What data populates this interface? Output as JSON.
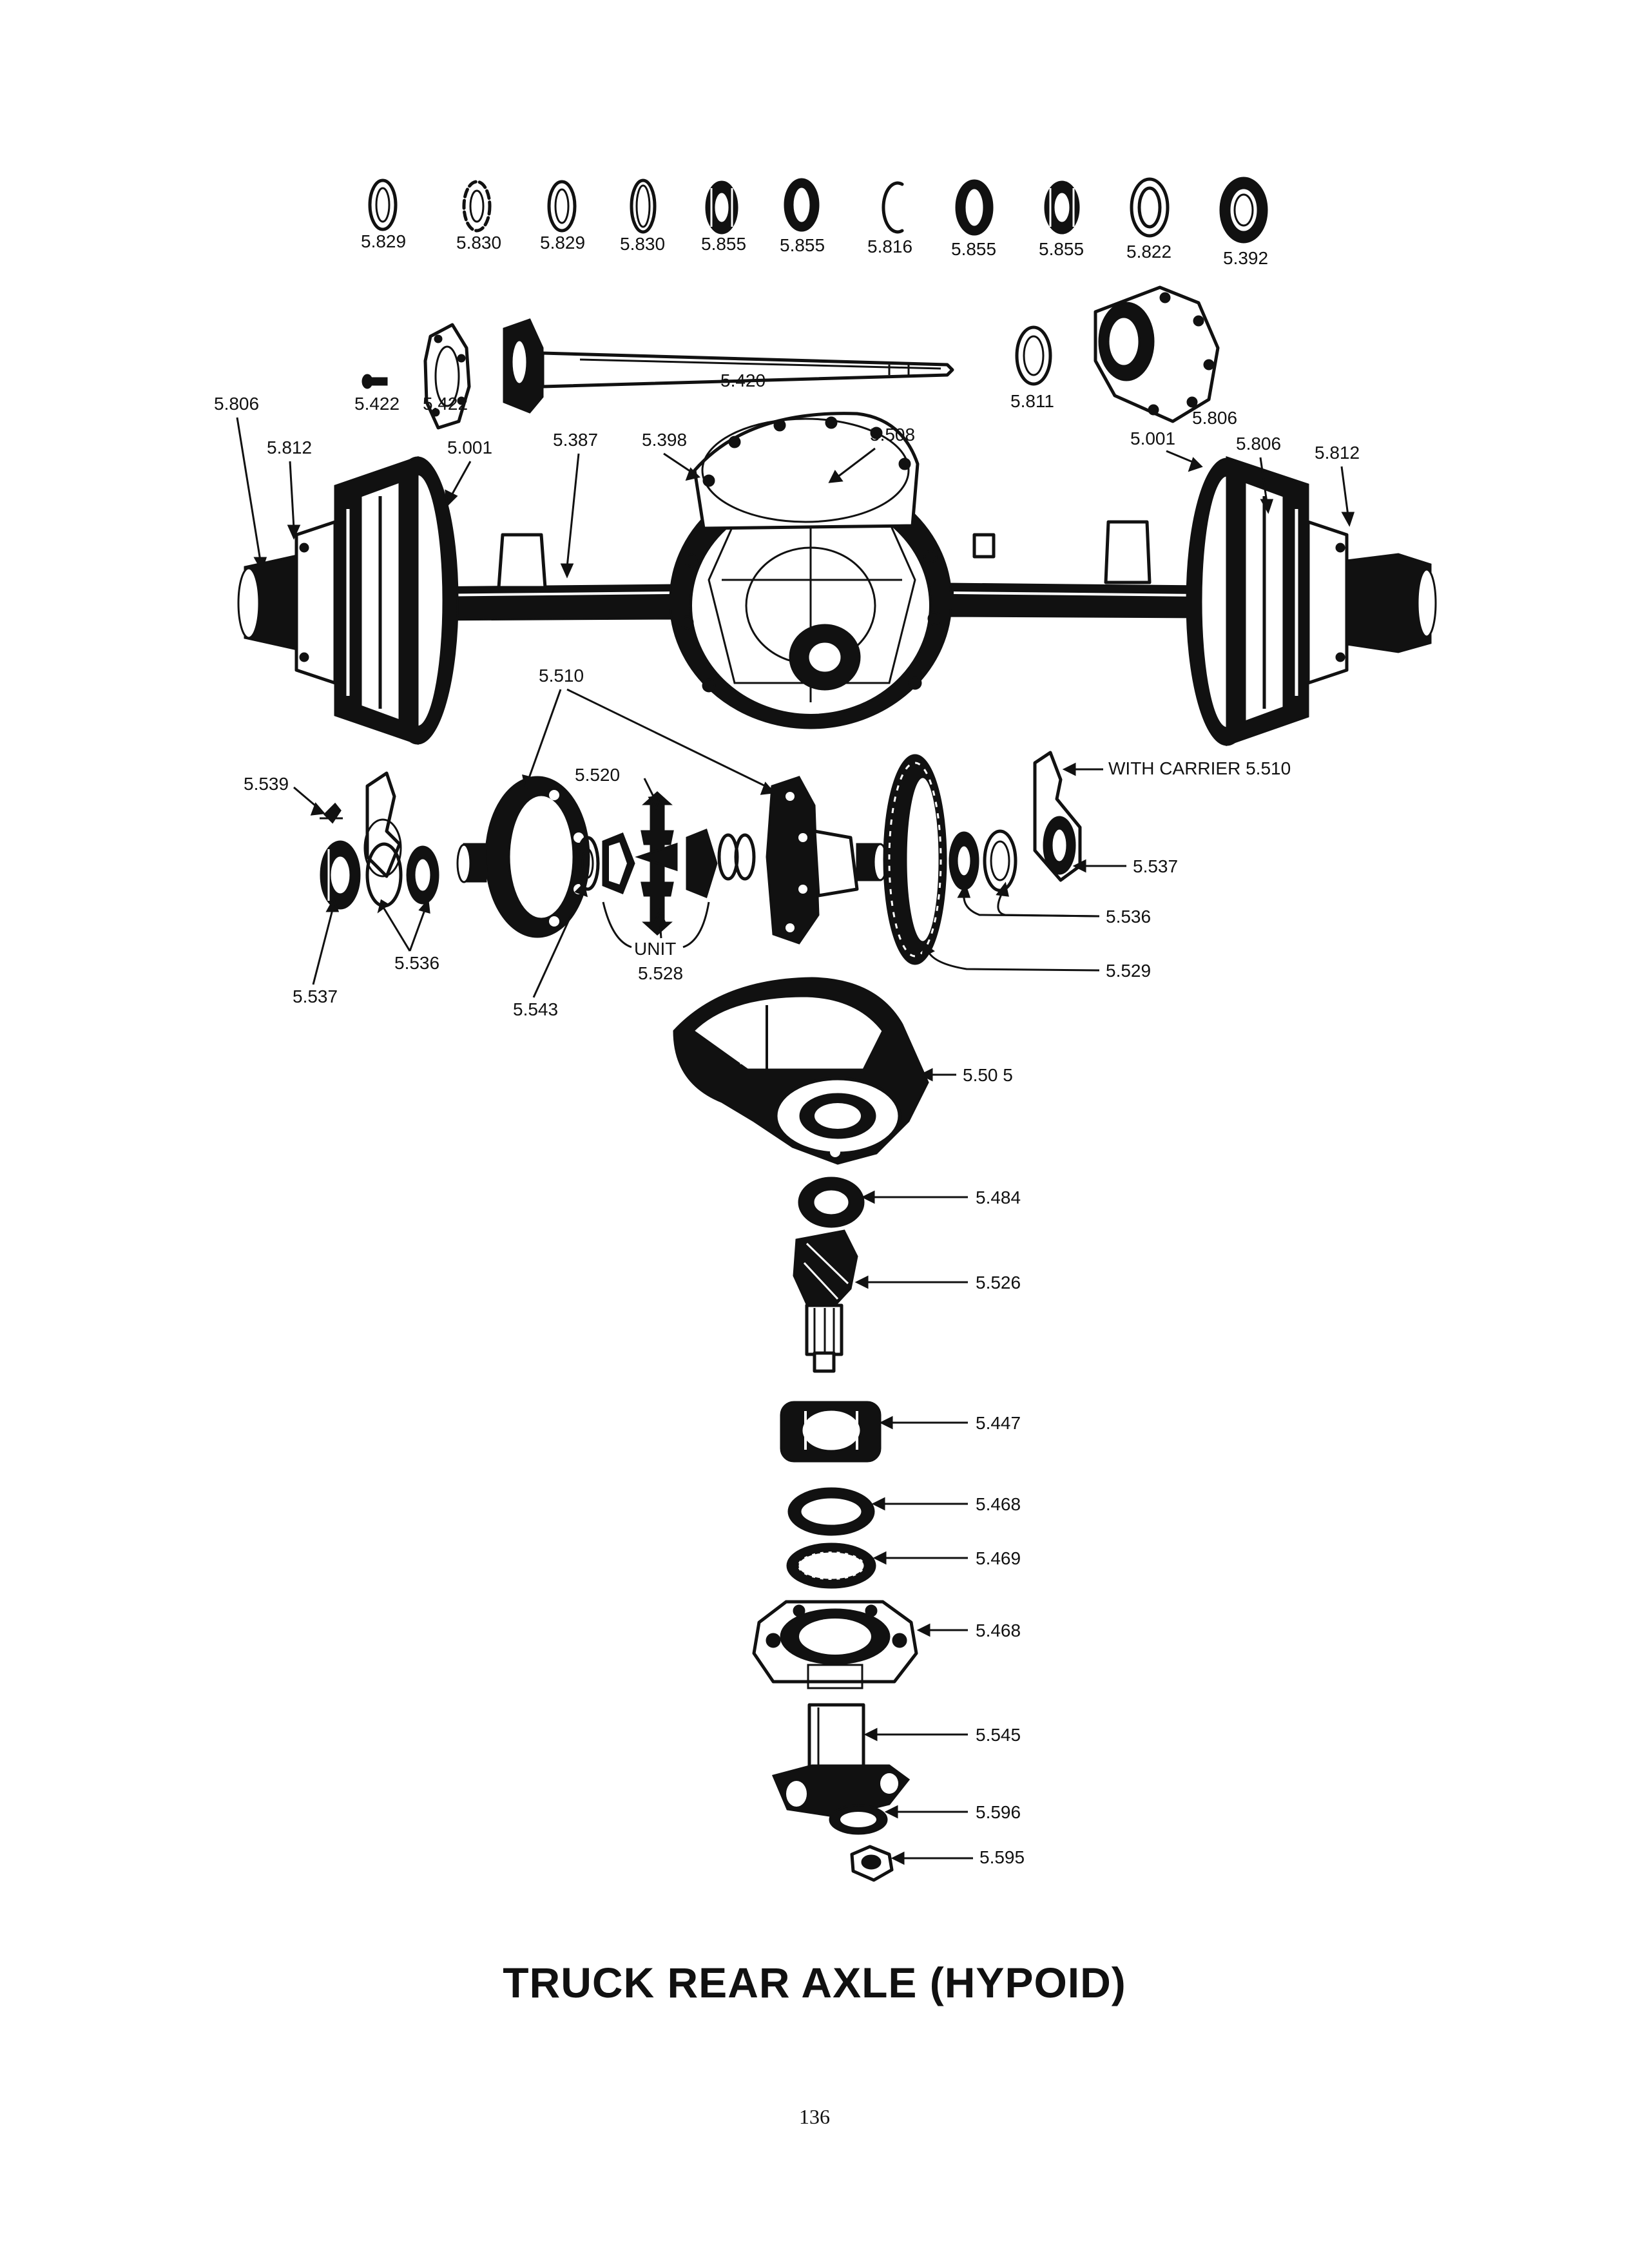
{
  "labels": {
    "top_0": "5.829",
    "top_1": "5.830",
    "top_2": "5.829",
    "top_3": "5.830",
    "top_4": "5.855",
    "top_5": "5.855",
    "top_6": "5.816",
    "top_7": "5.855",
    "top_8": "5.855",
    "top_9": "5.822",
    "top_10": "5.392",
    "bolt": "5.422",
    "plate": "5.422",
    "shaft": "5.420",
    "seal": "5.811",
    "hub_top": "5.806",
    "left_806": "5.806",
    "left_812": "5.812",
    "left_001": "5.001",
    "housing_387": "5.387",
    "housing_398": "5.398",
    "housing_508": "5.508",
    "right_001": "5.001",
    "right_806": "5.806",
    "right_812": "5.812",
    "carrier_510": "5.510",
    "carrier_539": "5.539",
    "carrier_520": "5.520",
    "with_carrier": "WITH CARRIER 5.510",
    "r_537": "5.537",
    "r_536": "5.536",
    "r_529": "5.529",
    "l_537": "5.537",
    "l_536": "5.536",
    "l_543": "5.543",
    "unit_word": "UNIT",
    "unit_num": "5.528",
    "s_505": "5.50 5",
    "s_484": "5.484",
    "s_526": "5.526",
    "s_447": "5.447",
    "s_468a": "5.468",
    "s_469": "5.469",
    "s_468b": "5.468",
    "s_545": "5.545",
    "s_596": "5.596",
    "s_595": "5.595"
  },
  "title": "TRUCK REAR AXLE (HYPOID)",
  "page_number": "136"
}
